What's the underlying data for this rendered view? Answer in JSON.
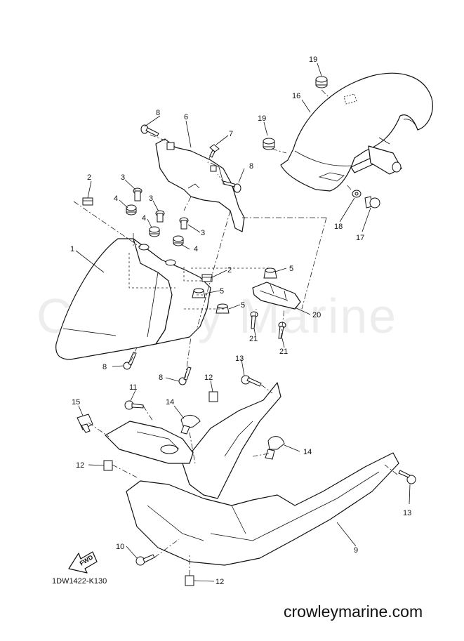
{
  "watermark": "Crowley Marine",
  "drawing_code": "1DW1422-K130",
  "site_url": "crowleymarine.com",
  "fwd_label": "FWD",
  "callouts": [
    {
      "id": "c19a",
      "label": "19"
    },
    {
      "id": "c16",
      "label": "16"
    },
    {
      "id": "c19b",
      "label": "19"
    },
    {
      "id": "c8a",
      "label": "8"
    },
    {
      "id": "c6",
      "label": "6"
    },
    {
      "id": "c7",
      "label": "7"
    },
    {
      "id": "c8b",
      "label": "8"
    },
    {
      "id": "c2a",
      "label": "2"
    },
    {
      "id": "c3a",
      "label": "3"
    },
    {
      "id": "c4a",
      "label": "4"
    },
    {
      "id": "c3b",
      "label": "3"
    },
    {
      "id": "c4b",
      "label": "4"
    },
    {
      "id": "c3c",
      "label": "3"
    },
    {
      "id": "c4c",
      "label": "4"
    },
    {
      "id": "c1",
      "label": "1"
    },
    {
      "id": "c2b",
      "label": "2"
    },
    {
      "id": "c5a",
      "label": "5"
    },
    {
      "id": "c5b",
      "label": "5"
    },
    {
      "id": "c5c",
      "label": "5"
    },
    {
      "id": "c20",
      "label": "20"
    },
    {
      "id": "c21a",
      "label": "21"
    },
    {
      "id": "c21b",
      "label": "21"
    },
    {
      "id": "c18",
      "label": "18"
    },
    {
      "id": "c17",
      "label": "17"
    },
    {
      "id": "c8c",
      "label": "8"
    },
    {
      "id": "c8d",
      "label": "8"
    },
    {
      "id": "c13a",
      "label": "13"
    },
    {
      "id": "c12a",
      "label": "12"
    },
    {
      "id": "c11",
      "label": "11"
    },
    {
      "id": "c14a",
      "label": "14"
    },
    {
      "id": "c15",
      "label": "15"
    },
    {
      "id": "c12b",
      "label": "12"
    },
    {
      "id": "c14b",
      "label": "14"
    },
    {
      "id": "c13b",
      "label": "13"
    },
    {
      "id": "c9",
      "label": "9"
    },
    {
      "id": "c10",
      "label": "10"
    },
    {
      "id": "c12c",
      "label": "12"
    }
  ]
}
